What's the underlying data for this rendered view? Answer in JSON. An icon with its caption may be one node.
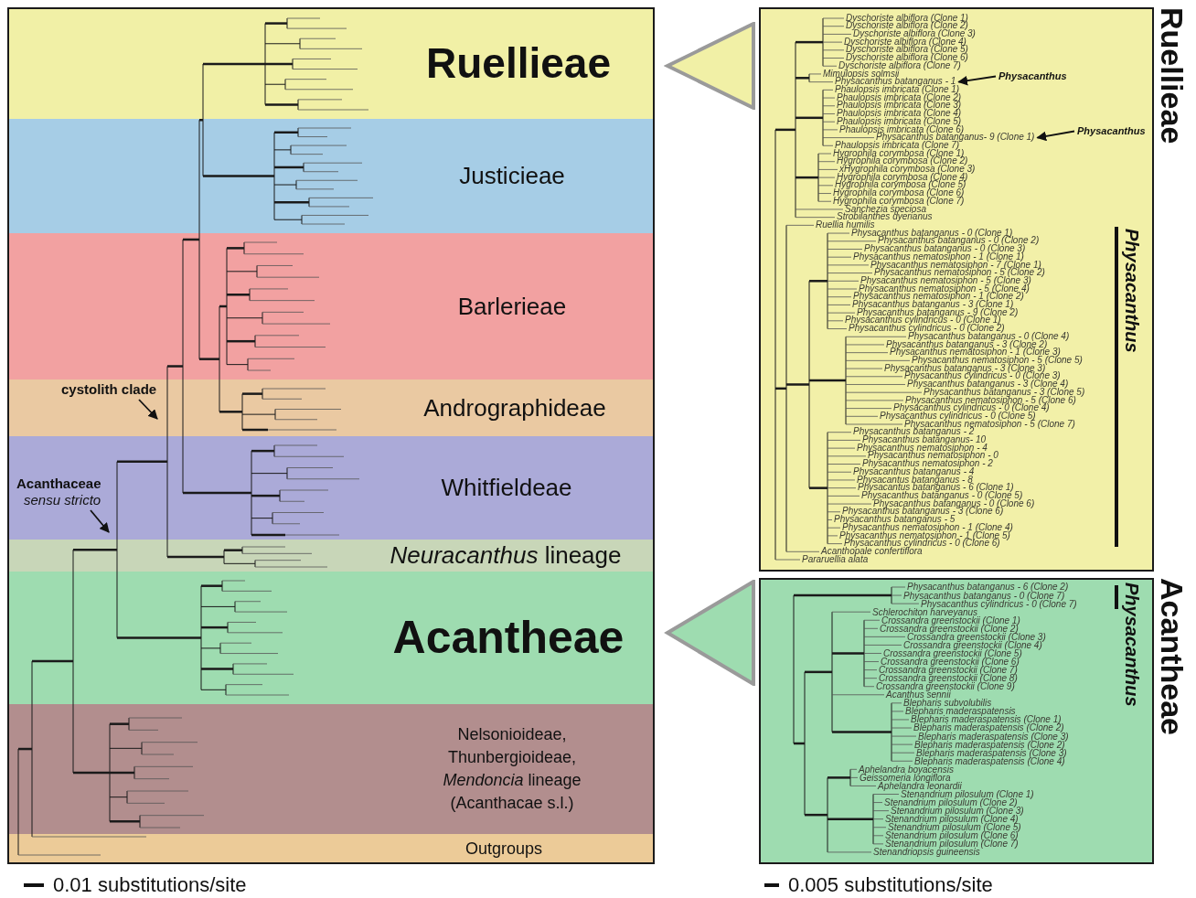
{
  "diagram": {
    "nodes": [
      {
        "text": [
          "Ruellieae"
        ]
      },
      {
        "text": [
          "Justicieae"
        ]
      },
      {
        "text": [
          "Barlerieae"
        ]
      },
      {
        "text": [
          "Andrographideae"
        ]
      },
      {
        "text": [
          "Whitfieldeae"
        ]
      },
      {
        "text": [
          "*Neuracanthus* lineage"
        ]
      },
      {
        "text": [
          "Acantheae"
        ]
      },
      {
        "text": [
          "Nelsonioideae, Thunbergioideae, *Mendoncia* lineage (Acanthacae s.l.)"
        ]
      },
      {
        "text": [
          "Outgroups"
        ]
      },
      {
        "text": [
          "cystolith clade"
        ],
        "in": 3
      },
      {
        "text": [
          "Acanthaceae",
          "sensu stricto"
        ],
        "in": 4
      },
      {
        "text": [
          "Ruellieae"
        ]
      },
      {
        "text": [
          "Physacanthus batanganus - 1"
        ],
        "in": 11
      },
      {
        "text": [
          "Physacanthus"
        ],
        "in": 11
      },
      {
        "text": [
          "Physacanthus batanganus- 9 (Clone 1)"
        ],
        "in": 11
      },
      {
        "text": [
          "Physacanthus"
        ],
        "in": 11
      },
      {
        "text": [
          "Acantheae"
        ]
      },
      {
        "text": [],
        "shape": "triangle"
      },
      {
        "text": [],
        "shape": "triangle"
      }
    ],
    "edges": [
      {
        "from": 9,
        "to": null,
        "arrow": "to"
      },
      {
        "from": 10,
        "to": null,
        "arrow": "to"
      },
      {
        "from": 13,
        "to": 12,
        "arrow": "to"
      },
      {
        "from": 15,
        "to": 14,
        "arrow": "to"
      }
    ],
    "labels": [
      "Dyschoriste albiflora (Clone 1)",
      "Dyschoriste albiflora (Clone 2)",
      "Dyschoriste albiflora (Clone 3)",
      "Dyschoriste albiflora (Clone 4)",
      "Dyschoriste albiflora (Clone 5)",
      "Dyschoriste albiflora (Clone 6)",
      "Dyschoriste albiflora (Clone 7)",
      "Mimulopsis solmsii",
      "Phaulopsis imbricata (Clone 1)",
      "Phaulopsis imbricata (Clone 2)",
      "Phaulopsis imbricata (Clone 3)",
      "Phaulopsis imbricata (Clone 4)",
      "Phaulopsis imbricata (Clone 5)",
      "Phaulopsis imbricata (Clone 6)",
      "Phaulopsis imbricata (Clone 7)",
      "Hygrophila corymbosa (Clone 1)",
      "Hygrophila corymbosa (Clone 2)",
      "xHygrophila corymbosa (Clone 3)",
      "Hygrophila corymbosa (Clone 4)",
      "Hygrophila corymbosa (Clone 5)",
      "Hygrophila corymbosa (Clone 6)",
      "Hygrophila corymbosa (Clone 7)",
      "Sanchezia speciosa",
      "Strobilanthes dyerianus",
      "Ruellia humilis",
      "Physacanthus batanganus - 0 (Clone 1)",
      "Physacanthus batanganus - 0 (Clone 2)",
      "Physacanthus batanganus - 0 (Clone 3)",
      "Physacanthus nematosiphon - 1 (Clone 1)",
      "Physacanthus nematosiphon - 7 (Clone 1)",
      "Physacanthus nematosiphon - 5 (Clone 2)",
      "Physacanthus nematosiphon - 5 (Clone 3)",
      "Physacanthus nematosiphon - 5 (Clone 4)",
      "Physacanthus nematosiphon - 1 (Clone 2)",
      "Physacanthus batanganus - 3 (Clone 1)",
      "Physacanthus batanganus - 9 (Clone 2)",
      "Physacanthus cylindricus - 0 (Clone 1)",
      "Physacanthus cylindricus - 0 (Clone 2)",
      "Physacanthus batanganus - 0 (Clone 4)",
      "Physacanthus batanganus - 3 (Clone 2)",
      "Physacanthus nematosiphon - 1 (Clone 3)",
      "Physacanthus nematosiphon - 5 (Clone 5)",
      "Physacanthus batanganus - 3 (Clone 3)",
      "Physacanthus cylindricus - 0 (Clone 3)",
      "Physacanthus batanganus - 3 (Clone 4)",
      "Physacanthus batanganus - 3 (Clone 5)",
      "Physacanthus nematosiphon - 5 (Clone 6)",
      "Physacanthus cylindricus - 0 (Clone 4)",
      "Physacanthus cylindricus - 0 (Clone 5)",
      "Physacanthus nematosiphon - 5 (Clone 7)",
      "Physacanthus batanganus - 2",
      "Physacanthus batanganus- 10",
      "Physacanthus nematosiphon - 4",
      "Physacanthus nematosiphon - 0",
      "Physacanthus nematosiphon - 2",
      "Physacanthus batanganus - 4",
      "Physacantus batanganus - 8",
      "Physacantus batanganus - 6 (Clone 1)",
      "Physacanthus batanganus - 0 (Clone 5)",
      "Physacanthus batanganus - 0 (Clone 6)",
      "Physacanthus batanganus - 3 (Clone 6)",
      "Physacanthus batanganus - 5",
      "Physacanthus nematosiphon - 1 (Clone 4)",
      "Physacanthus nematosiphon - 1 (Clone 5)",
      "Physacanthus cylindricus - 0 (Clone 6)",
      "Acanthopale confertiflora",
      "Pararuellia alata",
      "Physacanthus",
      "Physacanthus batanganus - 6 (Clone 2)",
      "Physacanthus batanganus - 0 (Clone 7)",
      "Physacanthus cylindricus - 0 (Clone 7)",
      "Schlerochiton harveyanus",
      "Crossandra greenstockii (Clone 1)",
      "Crossandra greenstockii (Clone 2)",
      "Crossandra greenstockii (Clone 3)",
      "Crossandra greenstockii (Clone 4)",
      "Crossandra greenstockii (Clone 5)",
      "Crossandra greenstockii (Clone 6)",
      "Crossandra greenstockii (Clone 7)",
      "Crossandra greenstockii (Clone 8)",
      "Crossandra greenstockii (Clone 9)",
      "Acanthus sennii",
      "Blepharis subvolubilis",
      "Blepharis maderaspatensis",
      "Blepharis maderaspatensis (Clone 1)",
      "Blepharis maderaspatensis (Clone 2)",
      "Blepharis maderaspatensis (Clone 3)",
      "Blepharis maderaspatensis (Clone 2)",
      "Blepharis maderaspatensis (Clone 3)",
      "Blepharis maderaspatensis (Clone 4)",
      "Aphelandra boyacensis",
      "Geissomeria longiflora",
      "Aphelandra leonardii",
      "Stenandrium pilosulum (Clone 1)",
      "Stenandrium pilosulum (Clone 2)",
      "Stenandrium pilosulum (Clone 3)",
      "Stenandrium pilosulum (Clone 4)",
      "Stenandrium pilosulum (Clone 5)",
      "Stenandrium pilosulum (Clone 6)",
      "Stenandrium pilosulum (Clone 7)",
      "Stenandriopsis guineensis",
      "Physacanthus",
      "0.01 substitutions/site",
      "0.005 substitutions/site"
    ]
  }
}
